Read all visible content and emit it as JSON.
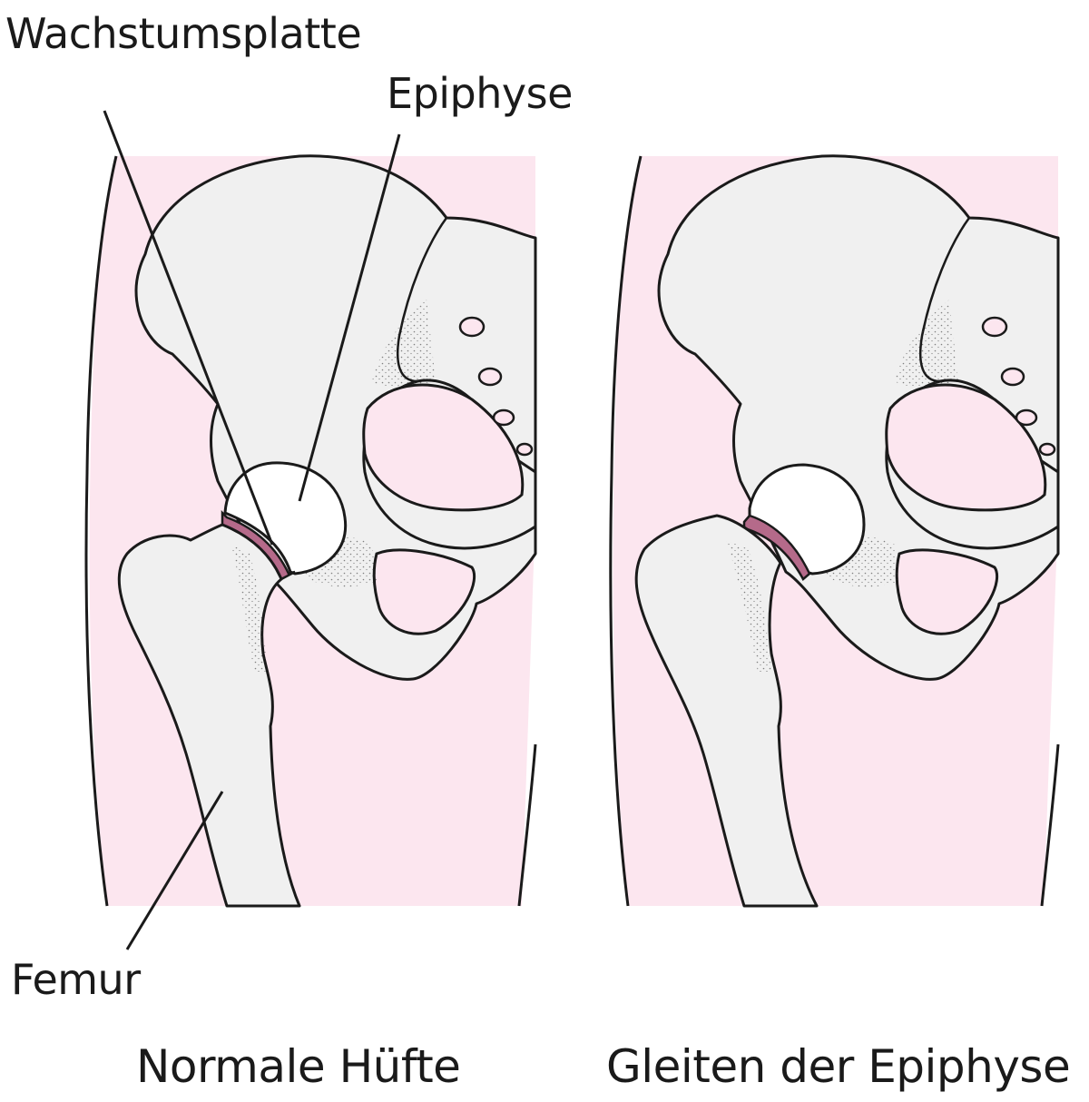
{
  "labels": {
    "growth_plate": "Wachstumsplatte",
    "epiphysis": "Epiphyse",
    "femur": "Femur"
  },
  "captions": {
    "normal": "Normale Hüfte",
    "slipped": "Gleiten der Epiphyse"
  },
  "colors": {
    "skin_background": "#fce6ef",
    "bone": "#f0f0f0",
    "epiphysis_head": "#ffffff",
    "growth_plate": "#b56a8a",
    "outline": "#1a1a1a"
  }
}
